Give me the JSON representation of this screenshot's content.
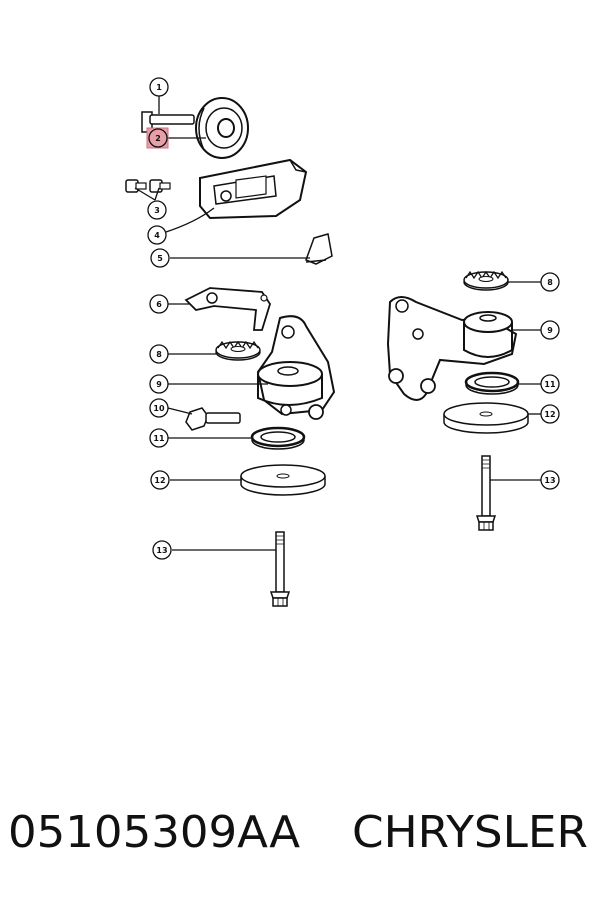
{
  "caption": {
    "part_number": "05105309AA",
    "brand": "CHRYSLER"
  },
  "callouts": [
    "1",
    "2",
    "3",
    "4",
    "5",
    "6",
    "8",
    "9",
    "10",
    "11",
    "12",
    "13",
    "8",
    "9",
    "11",
    "12",
    "13"
  ],
  "highlight_color": "#e8a0a8",
  "line_color": "#111111"
}
